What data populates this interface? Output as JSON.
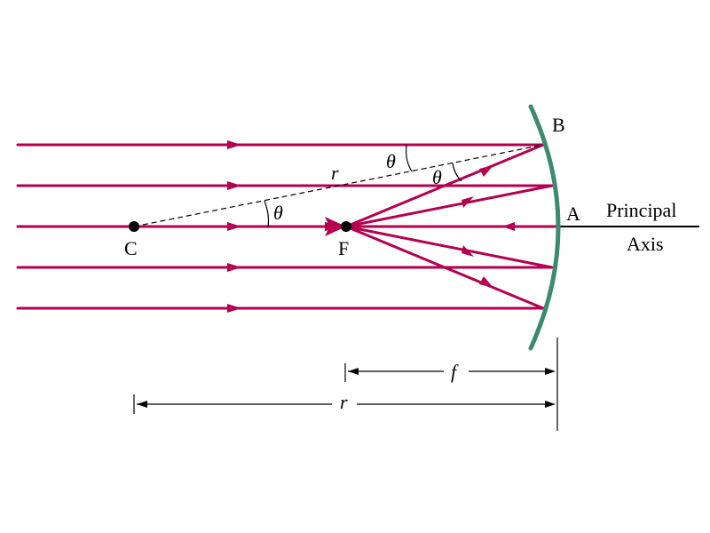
{
  "labels": {
    "mirror_top": "B",
    "mirror_vertex": "A",
    "center_of_curvature": "C",
    "focal_point": "F",
    "axis_label_line1": "Principal",
    "axis_label_line2": "Axis",
    "angle_upper": "θ",
    "angle_reflect": "θ",
    "angle_center": "θ",
    "radius_label": "r",
    "focal_length_label": "f",
    "radius_dimension_label": "r"
  },
  "colors": {
    "ray": "#b5004f",
    "mirror": "#3d8a6e",
    "axis": "#000000"
  }
}
